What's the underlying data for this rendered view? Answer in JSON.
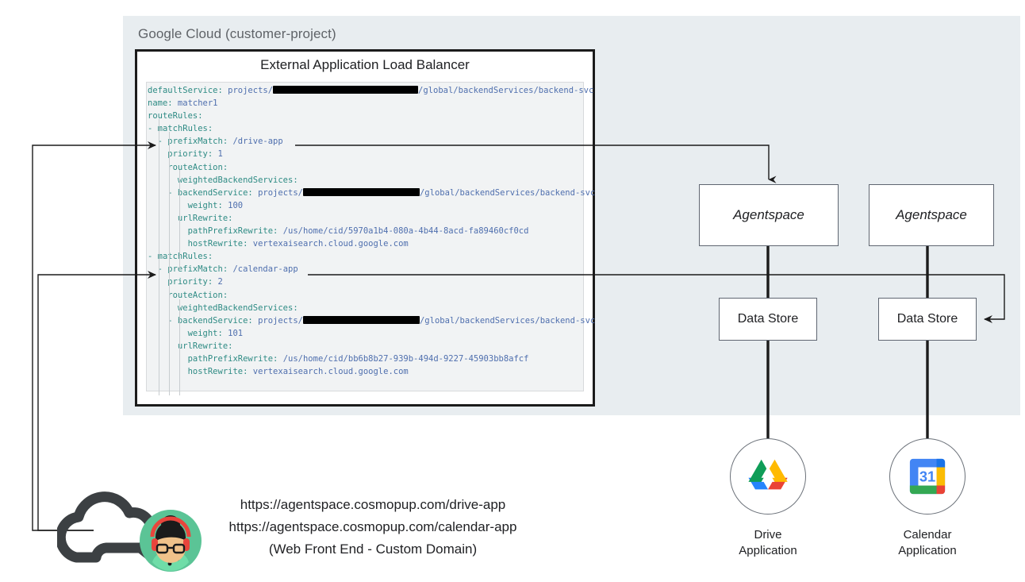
{
  "zone": {
    "label": "Google Cloud (customer-project)",
    "bg_color": "#e8edf0"
  },
  "load_balancer": {
    "title": "External Application Load Balancer",
    "yaml_panel_bg": "#f1f3f4",
    "key_color": "#2e8b84",
    "value_color": "#4f6fae",
    "lines": [
      {
        "indent": 0,
        "key": "defaultService:",
        "value": "projects/",
        "redacted": true,
        "value_tail": "/global/backendServices/backend-svc"
      },
      {
        "indent": 0,
        "key": "name:",
        "value": "matcher1"
      },
      {
        "indent": 0,
        "key": "routeRules:",
        "value": ""
      },
      {
        "indent": 0,
        "dash": true,
        "key": "matchRules:",
        "value": ""
      },
      {
        "indent": 1,
        "dash": true,
        "key": "prefixMatch:",
        "value": "/drive-app"
      },
      {
        "indent": 1,
        "key": "priority:",
        "value": "1"
      },
      {
        "indent": 1,
        "key": "routeAction:",
        "value": ""
      },
      {
        "indent": 2,
        "key": "weightedBackendServices:",
        "value": ""
      },
      {
        "indent": 2,
        "dash": true,
        "key": "backendService:",
        "value": "projects/",
        "redacted": true,
        "value_tail": "/global/backendServices/backend-svc"
      },
      {
        "indent": 3,
        "key": "weight:",
        "value": "100"
      },
      {
        "indent": 2,
        "key": "urlRewrite:",
        "value": ""
      },
      {
        "indent": 3,
        "key": "pathPrefixRewrite:",
        "value": "/us/home/cid/5970a1b4-080a-4b44-8acd-fa89460cf0cd"
      },
      {
        "indent": 3,
        "key": "hostRewrite:",
        "value": "vertexaisearch.cloud.google.com"
      },
      {
        "indent": 0,
        "dash": true,
        "key": "matchRules:",
        "value": ""
      },
      {
        "indent": 1,
        "dash": true,
        "key": "prefixMatch:",
        "value": "/calendar-app"
      },
      {
        "indent": 1,
        "key": "priority:",
        "value": "2"
      },
      {
        "indent": 1,
        "key": "routeAction:",
        "value": ""
      },
      {
        "indent": 2,
        "key": "weightedBackendServices:",
        "value": ""
      },
      {
        "indent": 2,
        "dash": true,
        "key": "backendService:",
        "value": "projects/",
        "redacted": true,
        "value_tail": "/global/backendServices/backend-svc"
      },
      {
        "indent": 3,
        "key": "weight:",
        "value": "101"
      },
      {
        "indent": 2,
        "key": "urlRewrite:",
        "value": ""
      },
      {
        "indent": 3,
        "key": "pathPrefixRewrite:",
        "value": "/us/home/cid/bb6b8b27-939b-494d-9227-45903bb8afcf"
      },
      {
        "indent": 3,
        "key": "hostRewrite:",
        "value": "vertexaisearch.cloud.google.com"
      }
    ]
  },
  "nodes": {
    "agentspace_drive": "Agentspace",
    "agentspace_calendar": "Agentspace",
    "datastore_drive": "Data Store",
    "datastore_calendar": "Data Store"
  },
  "apps": {
    "drive": {
      "label_line1": "Drive",
      "label_line2": "Application",
      "icon": "google-drive-icon"
    },
    "calendar": {
      "label_line1": "Calendar",
      "label_line2": "Application",
      "icon": "google-calendar-icon",
      "day": "31"
    }
  },
  "front_end": {
    "url_drive": "https://agentspace.cosmopup.com/drive-app",
    "url_calendar": "https://agentspace.cosmopup.com/calendar-app",
    "caption": "(Web Front End - Custom Domain)",
    "icon": "cloud-user-icon"
  }
}
